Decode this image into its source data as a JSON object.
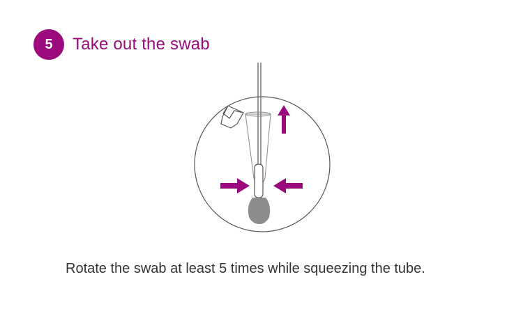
{
  "step": {
    "number": "5",
    "title": "Take out the swab"
  },
  "instruction": "Rotate the swab at least 5 times while squeezing the tube.",
  "colors": {
    "accent": "#9b0a7d",
    "outline": "#555555",
    "swab_tip": "#8c8c8c",
    "text": "#333333"
  },
  "icons": {
    "up_arrow": "pull-up-arrow",
    "left_arrow": "squeeze-right-arrow",
    "right_arrow": "squeeze-left-arrow"
  }
}
